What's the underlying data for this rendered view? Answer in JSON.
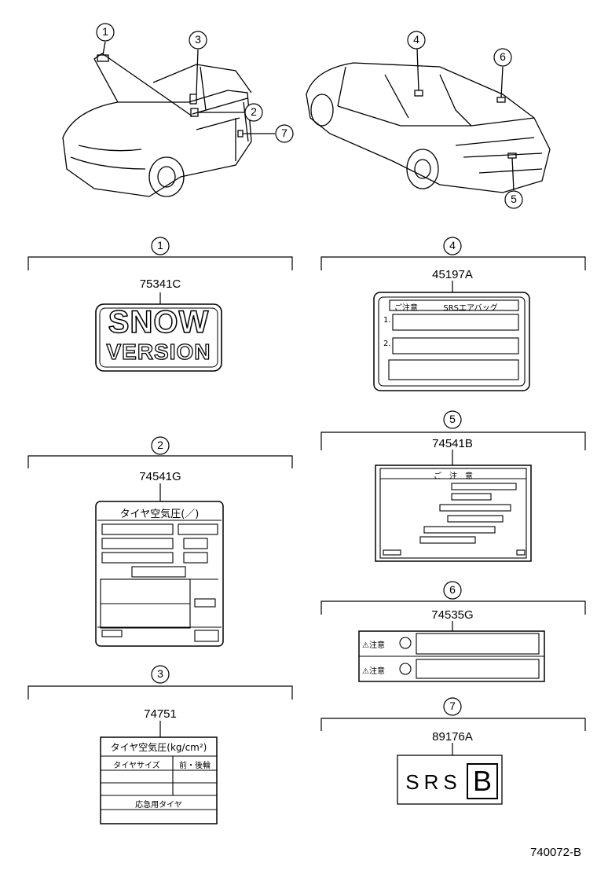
{
  "callouts": [
    "1",
    "2",
    "3",
    "4",
    "5",
    "6",
    "7"
  ],
  "parts": [
    {
      "index": "1",
      "part_no": "75341C",
      "label_line1": "SNOW",
      "label_line2": "VERSION"
    },
    {
      "index": "2",
      "part_no": "74541G",
      "title": "タイヤ空気圧(／)"
    },
    {
      "index": "3",
      "part_no": "74751",
      "title": "タイヤ空気圧(kg/cm²)",
      "col1": "タイヤサイズ",
      "col2": "前・後輪",
      "footer": "応急用タイヤ"
    },
    {
      "index": "4",
      "part_no": "45197A",
      "head1": "ご注意",
      "head2": "SRSエアバッグ",
      "item1": "1.",
      "item2": "2."
    },
    {
      "index": "5",
      "part_no": "74541B",
      "title": "ご　注　意"
    },
    {
      "index": "6",
      "part_no": "74535G",
      "warn1": "⚠注意",
      "warn2": "⚠注意"
    },
    {
      "index": "7",
      "part_no": "89176A",
      "text": "SRS",
      "boxed": "B"
    }
  ],
  "drawing_ref": "740072-B"
}
